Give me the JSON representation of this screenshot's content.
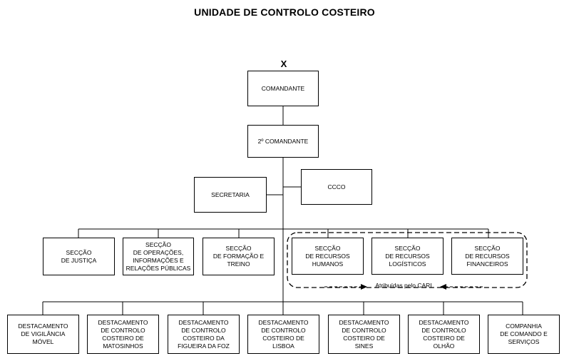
{
  "title": "UNIDADE DE CONTROLO COSTEIRO",
  "marker": "X",
  "nodes": {
    "comandante": "COMANDANTE",
    "segundo_comandante": "2º COMANDANTE",
    "secretaria": "SECRETARIA",
    "ccco": "CCCO",
    "seccao_justica": "SECÇÃO\nDE JUSTIÇA",
    "seccao_operacoes": "SECÇÃO\nDE OPERAÇÕES,\nINFORMAÇÕES E\nRELAÇÕES PÚBLICAS",
    "seccao_formacao": "SECÇÃO\nDE FORMAÇÃO E\nTREINO",
    "seccao_recursos_humanos": "SECÇÃO\nDE RECURSOS\nHUMANOS",
    "seccao_recursos_logisticos": "SECÇÃO\nDE RECURSOS\nLOGÍSTICOS",
    "seccao_recursos_financeiros": "SECÇÃO\nDE RECURSOS\nFINANCEIROS",
    "destacamento_vigilancia_movel": "DESTACAMENTO\nDE VIGILÂNCIA MÓVEL",
    "destacamento_matosinhos": "DESTACAMENTO\nDE CONTROLO\nCOSTEIRO DE\nMATOSINHOS",
    "destacamento_figueira_da_foz": "DESTACAMENTO\nDE CONTROLO\nCOSTEIRO DA\nFIGUEIRA DA FOZ",
    "destacamento_lisboa": "DESTACAMENTO\nDE CONTROLO\nCOSTEIRO DE\nLISBOA",
    "destacamento_sines": "DESTACAMENTO\nDE CONTROLO\nCOSTEIRO DE\nSINES",
    "destacamento_olhao": "DESTACAMENTO\nDE CONTROLO\nCOSTEIRO DE\nOLHÃO",
    "companhia_comando_servicos": "COMPANHIA\nDE COMANDO E\nSERVIÇOS"
  },
  "group_note": "Atribuídas pelo CARI"
}
